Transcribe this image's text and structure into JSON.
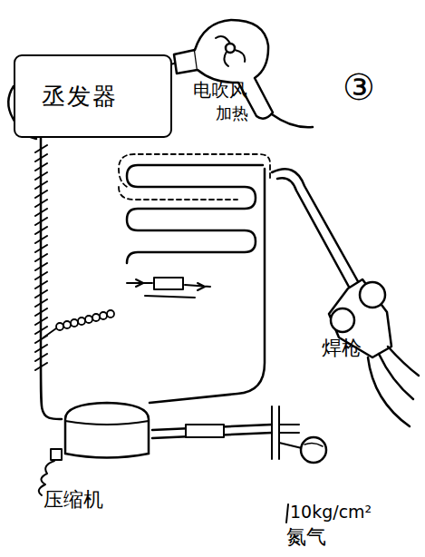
{
  "diagram": {
    "nodes": [
      {
        "text": [
          "丞发器"
        ]
      },
      {
        "text": [
          "压缩机"
        ]
      }
    ],
    "edges": [
      {
        "from": 0,
        "to": 1,
        "arrow": "none"
      }
    ],
    "labels": [
      "电吹风",
      "加热",
      "③",
      "焊枪",
      "10kg/cm²",
      "氮气"
    ]
  }
}
